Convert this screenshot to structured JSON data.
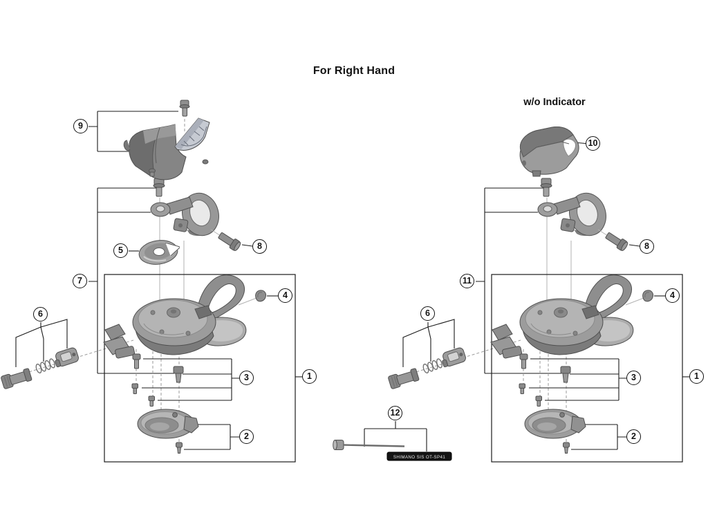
{
  "title": "For Right Hand",
  "variant_label": "w/o Indicator",
  "cable": {
    "casing_label": "SHIMANO SIS OT-SP41"
  },
  "callouts": {
    "left_indicator_cover_unit": "9",
    "left_cable_guide_plate": "5",
    "left_clamp_bolt": "8",
    "left_bracket_group": "7",
    "left_adjuster_group": "6",
    "left_cable_end_cap": "4",
    "left_screw_set": "3",
    "left_shifter_unit": "1",
    "left_bottom_cover": "2",
    "cable_set": "12",
    "right_cover_no_indicator": "10",
    "right_clamp_bolt": "8",
    "right_bracket_group": "11",
    "right_adjuster_group": "6",
    "right_cable_end_cap": "4",
    "right_screw_set": "3",
    "right_shifter_unit": "1",
    "right_bottom_cover": "2"
  }
}
